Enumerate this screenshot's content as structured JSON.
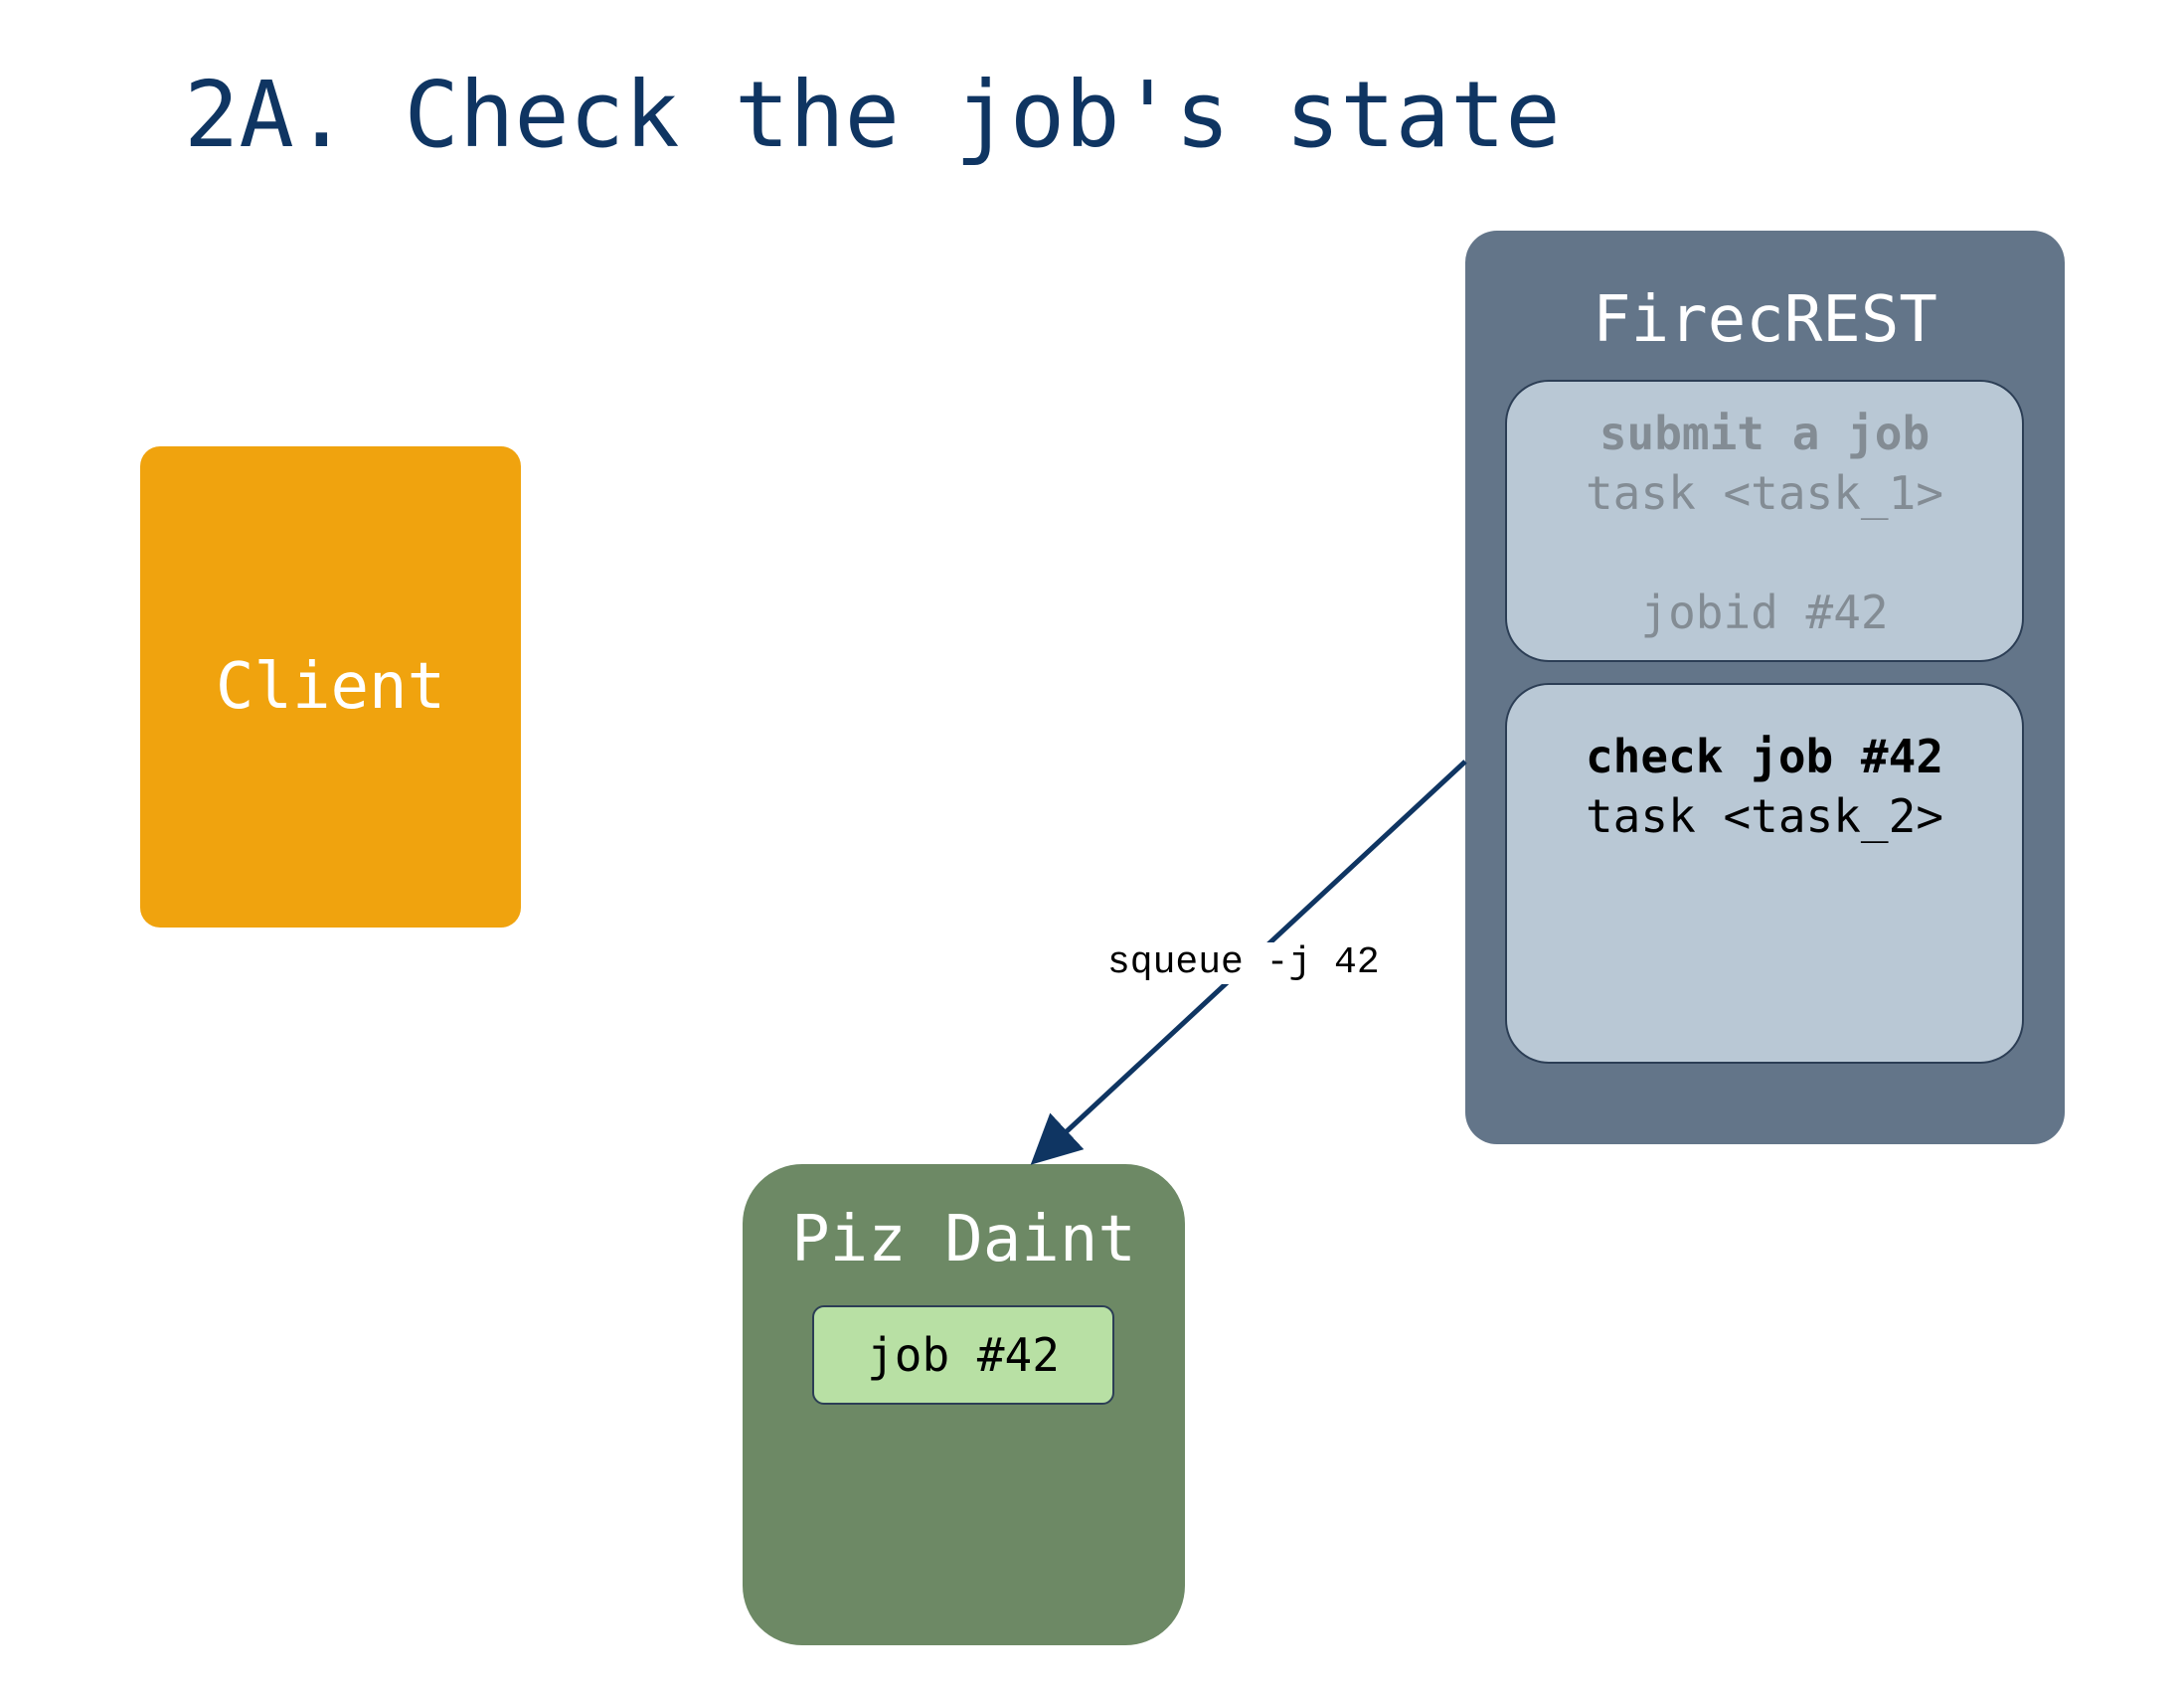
{
  "title": "2A. Check the job's state",
  "nodes": {
    "client": {
      "label": "Client",
      "color": "#f0a30e"
    },
    "firecrest": {
      "label": "FirecREST",
      "color": "#637589",
      "tasks": [
        {
          "line1": "submit a job",
          "line2": "task <task_1>",
          "line3": "jobid #42",
          "state": "faded"
        },
        {
          "line1": "check job #42",
          "line2": "task <task_2>",
          "state": "active"
        }
      ]
    },
    "piz_daint": {
      "label": "Piz Daint",
      "color": "#6d8965",
      "job": {
        "label": "job #42",
        "color": "#b8e0a4"
      }
    }
  },
  "edges": [
    {
      "from": "firecrest",
      "to": "piz_daint",
      "label": "squeue -j 42",
      "color": "#0f3562"
    }
  ]
}
